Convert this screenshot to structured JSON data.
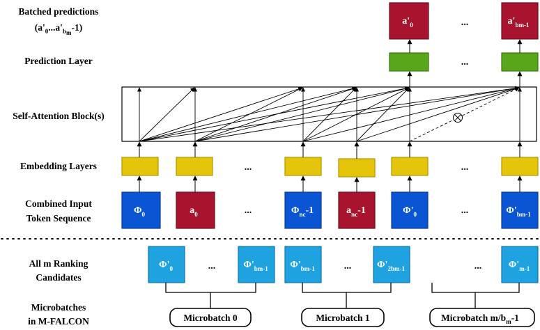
{
  "colors": {
    "embedding": "#e5c40c",
    "embedding_stroke": "#b39500",
    "feature_dark": "#0a55d4",
    "feature_dark_stroke": "#0a3b9a",
    "action": "#a8142e",
    "action_stroke": "#6e0d1e",
    "feature_light": "#1ea3e0",
    "feature_light_stroke": "#1476b0",
    "prediction": "#58a61a",
    "prediction_stroke": "#3b7710",
    "line": "#000000"
  },
  "row_labels": {
    "batched_predictions_line1": "Batched predictions",
    "batched_predictions_line2": "(a'",
    "batched_predictions_line2_sub1": "0",
    "batched_predictions_line2_mid": "...a'",
    "batched_predictions_line2_sub2": "b",
    "batched_predictions_line2_sub3": "m",
    "batched_predictions_line2_end": "-1)",
    "prediction_layer": "Prediction Layer",
    "self_attention": "Self-Attention Block(s)",
    "embedding_layers": "Embedding Layers",
    "combined_input_line1": "Combined Input",
    "combined_input_line2": "Token Sequence",
    "ranking_candidates_line1": "All m Ranking",
    "ranking_candidates_line2": "Candidates",
    "microbatches_line1": "Microbatches",
    "microbatches_line2": "in M-FALCON"
  },
  "ellipsis": "...",
  "tokens": {
    "phi0": {
      "base": "Φ",
      "sub": "0"
    },
    "a0": {
      "base": "a",
      "sub": "0"
    },
    "phi_nc": {
      "base": "Φ",
      "sub": "nc",
      "tail": "-1"
    },
    "a_nc": {
      "base": "a",
      "sub": "nc",
      "tail": "-1"
    },
    "phi_prime0": {
      "base": "Φ'",
      "sub": "0"
    },
    "phi_prime_bm": {
      "base": "Φ'",
      "sub": "bm-1"
    }
  },
  "outputs": {
    "a_prime0": {
      "base": "a'",
      "sub": "0"
    },
    "a_prime_bm": {
      "base": "a'",
      "sub": "bm-1"
    }
  },
  "candidates": {
    "c0": {
      "base": "Φ'",
      "sub": "0"
    },
    "c1": {
      "base": "Φ'",
      "sub": "bm-1"
    },
    "c2": {
      "base": "Φ'",
      "sub": "bm-1"
    },
    "c3": {
      "base": "Φ'",
      "sub": "2bm-1"
    },
    "c4": {
      "base": "Φ'",
      "sub": "m-1"
    }
  },
  "microbatches": {
    "mb0": "Microbatch 0",
    "mb1": "Microbatch 1",
    "mb_last": "Microbatch m/b",
    "mb_last_sub": "m",
    "mb_last_tail": "-1"
  },
  "masked_symbol": "⊗"
}
